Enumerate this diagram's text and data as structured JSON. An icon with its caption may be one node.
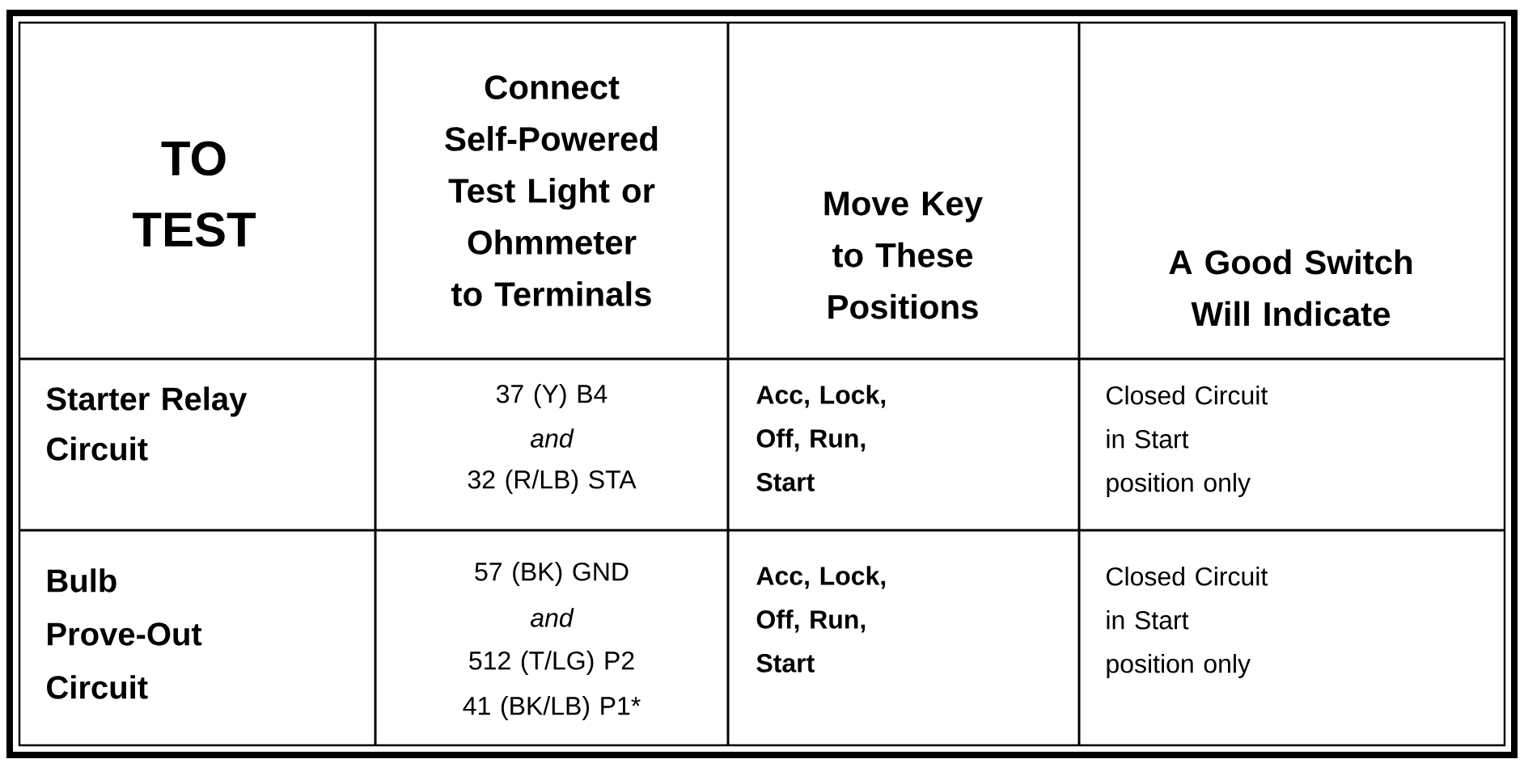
{
  "diagram": {
    "labels": [
      "TO TEST",
      "Connect Self-Powered Test Light or Ohmmeter to Terminals",
      "Move Key to These Positions",
      "A Good Switch Will Indicate",
      "Starter Relay Circuit",
      "37 (Y) B4",
      "and",
      "32 (R/LB) STA",
      "Acc, Lock, Off, Run, Start",
      "Closed Circuit in Start position only",
      "Bulb Prove-Out Circuit",
      "57 (BK) GND",
      "and",
      "512 (T/LG) P2",
      "41 (BK/LB) P1*",
      "Acc, Lock, Off, Run, Start",
      "Closed Circuit in Start position only"
    ]
  }
}
